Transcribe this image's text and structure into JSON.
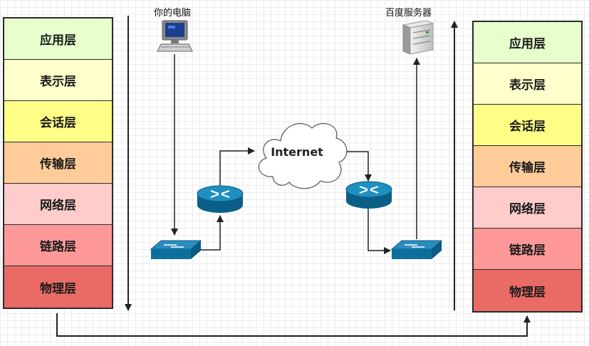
{
  "left_stack": {
    "layers": [
      {
        "label": "应用层",
        "color": "#e6ffcc"
      },
      {
        "label": "表示层",
        "color": "#ffffcc"
      },
      {
        "label": "会话层",
        "color": "#ffff88"
      },
      {
        "label": "传输层",
        "color": "#ffcc99"
      },
      {
        "label": "网络层",
        "color": "#ffcccc"
      },
      {
        "label": "链路层",
        "color": "#ff9999"
      },
      {
        "label": "物理层",
        "color": "#ea6b66"
      }
    ]
  },
  "right_stack": {
    "layers": [
      {
        "label": "应用层",
        "color": "#e6ffcc"
      },
      {
        "label": "表示层",
        "color": "#ffffcc"
      },
      {
        "label": "会话层",
        "color": "#ffff88"
      },
      {
        "label": "传输层",
        "color": "#ffcc99"
      },
      {
        "label": "网络层",
        "color": "#ffcccc"
      },
      {
        "label": "链路层",
        "color": "#ff9999"
      },
      {
        "label": "物理层",
        "color": "#ea6b66"
      }
    ]
  },
  "nodes": {
    "pc_label": "你的电脑",
    "server_label": "百度服务器",
    "cloud_label": "Internet"
  },
  "colors": {
    "device_blue": "#10739e",
    "device_light": "#3a9fc9",
    "line": "#222222"
  }
}
